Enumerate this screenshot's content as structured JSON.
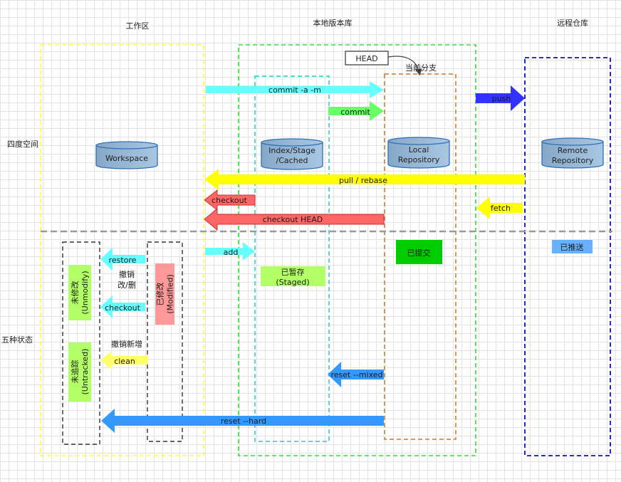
{
  "headers": {
    "workspace": "工作区",
    "local_repo": "本地版本库",
    "remote_repo": "远程仓库"
  },
  "row_labels": {
    "four_spaces": "四度空间",
    "five_states": "五种状态"
  },
  "databases": {
    "workspace": [
      "Workspace"
    ],
    "index": [
      "Index/Stage",
      "/Cached"
    ],
    "local": [
      "Local",
      "Repository"
    ],
    "remote": [
      "Remote",
      "Repository"
    ]
  },
  "head": {
    "label": "HEAD",
    "branch_note": "当前分支"
  },
  "arrows": {
    "commit_a_m": "commit -a -m",
    "commit": "commit",
    "push": "push",
    "pull_rebase": "pull / rebase",
    "checkout": "checkout",
    "fetch": "fetch",
    "checkout_head": "checkout HEAD",
    "add": "add",
    "restore": "restore",
    "checkout2": "checkout",
    "clean": "clean",
    "reset_mixed": "reset --mixed",
    "reset_hard": "reset --hard"
  },
  "notes": {
    "undo_modify": [
      "撤销",
      "改/删"
    ],
    "undo_new": "撤销新增"
  },
  "states": {
    "unmodify": [
      "未修改",
      "(Unmodify)"
    ],
    "untracked": [
      "未追踪",
      "(Untracked)"
    ],
    "modified": [
      "已修改",
      "(Modified)"
    ],
    "staged": [
      "已暂存",
      "(Staged)"
    ],
    "committed": "已提交",
    "pushed": "已推送"
  },
  "colors": {
    "cyan": "#66ffff",
    "green": "#66ff66",
    "blue": "#3333ff",
    "yellow": "#ffff00",
    "red": "#ff6666",
    "sky": "#3399ff",
    "state_green": "#b3ff66",
    "state_red": "#ff9999",
    "committed": "#00cc00",
    "pushed": "#66b2ff"
  }
}
